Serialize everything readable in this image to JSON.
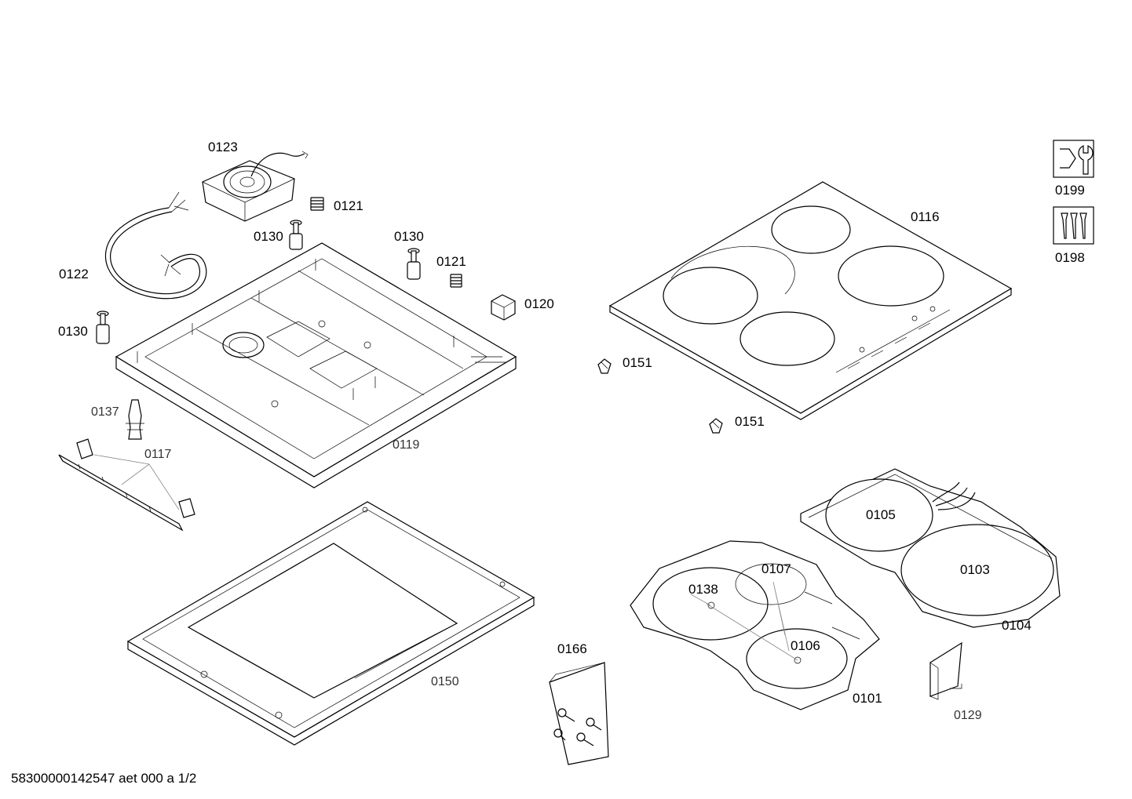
{
  "labels": {
    "p0123": "0123",
    "p0121a": "0121",
    "p0130a": "0130",
    "p0130b": "0130",
    "p0121b": "0121",
    "p0122": "0122",
    "p0120": "0120",
    "p0130c": "0130",
    "p0137": "0137",
    "p0117": "0117",
    "p0119": "0119",
    "p0116": "0116",
    "p0151a": "0151",
    "p0151b": "0151",
    "p0199": "0199",
    "p0198": "0198",
    "p0105": "0105",
    "p0103": "0103",
    "p0104": "0104",
    "p0107": "0107",
    "p0138": "0138",
    "p0106": "0106",
    "p0101": "0101",
    "p0129": "0129",
    "p0166": "0166",
    "p0150": "0150"
  },
  "footer": "58300000142547 aet 000 a 1/2"
}
